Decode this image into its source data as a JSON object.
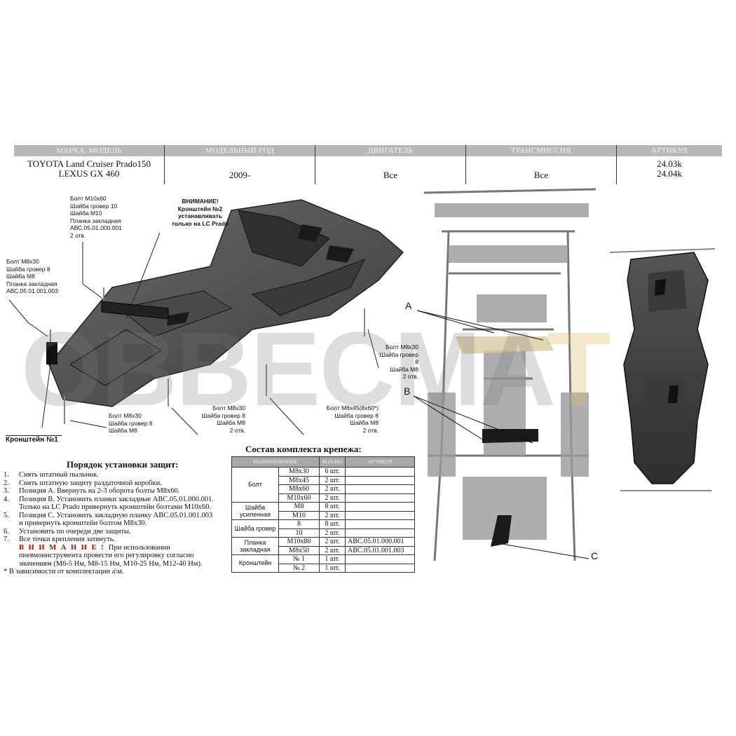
{
  "header": {
    "columns": [
      "МАРКА, МОДЕЛЬ",
      "МОДЕЛЬНЫЙ ГОД",
      "ДВИГАТЕЛЬ",
      "ТРАНСМИССИЯ",
      "АРТИКУЛ"
    ],
    "model_line1": "TOYOTA Land Cruiser Prado150",
    "model_line2": "LEXUS GX 460",
    "year": "2009-",
    "engine": "Все",
    "transmission": "Все",
    "article_line1": "24.03k",
    "article_line2": "24.04k"
  },
  "watermark": {
    "text_a": "OBBECMA",
    "text_b": "T"
  },
  "callouts": {
    "bolt_m10": [
      "Болт М10х60",
      "Шайба гровер 10",
      "Шайба М10",
      "Планка закладная",
      "АВС.05.01.000.001",
      "2 отв."
    ],
    "attention": [
      "ВНИМАНИЕ!",
      "Кронштейн №2",
      "устанавливать",
      "только на LC Prado"
    ],
    "bolt_m8_left": [
      "Болт М8х30",
      "Шайба гровер 8",
      "Шайба М8",
      "Планка закладная",
      "АВС.05.01.001.003",
      "2 отв."
    ],
    "bolt_m8_right": [
      "Болт М8х30",
      "Шайба гровер 8",
      "Шайба М8",
      "2 отв."
    ],
    "bolt_m8_bottom1": [
      "Болт М8х30",
      "Шайба гровер 8",
      "Шайба М8"
    ],
    "bolt_m8_bottom2": [
      "Болт М8х30",
      "Шайба гровер 8",
      "Шайба М8",
      "2 отв."
    ],
    "bolt_m8x45": [
      "Болт М8х45(8х60*)",
      "Шайба гровер 8",
      "Шайба М8",
      "2 отв."
    ],
    "bracket1": "Кронштейн №1",
    "letters": [
      "A",
      "B",
      "C"
    ]
  },
  "install": {
    "title": "Порядок установки защит:",
    "steps": [
      {
        "n": "1.",
        "lines": [
          "Снять штатный пыльник."
        ]
      },
      {
        "n": "2.",
        "lines": [
          "Снять штатную защиту раздаточной коробки."
        ]
      },
      {
        "n": "3.",
        "lines": [
          "Позиция А. Ввернуть на 2-3 оборота болты М8х60."
        ]
      },
      {
        "n": "4.",
        "lines": [
          "Позиция В. Установить планки закладные АВС.05.01.000.001.",
          "Только на LC Prado привернуть кронштейн болтами М10х60."
        ]
      },
      {
        "n": "5.",
        "lines": [
          "Позиция С. Установить закладную планку АВС.05.01.001.003",
          "и привернуть кронштейн болтом М8х30."
        ]
      },
      {
        "n": "6.",
        "lines": [
          "Установить по очереди две защиты."
        ]
      },
      {
        "n": "7.",
        "lines": [
          "Все точки крепления затянуть."
        ]
      }
    ],
    "warning_label": "В Н И М А Н И Е !",
    "warning_text": [
      "При использовании",
      "пневмоинструмента провести его регулировку согласно",
      "значениям (М6-5 Нм,    М8-15 Нм, М10-25 Нм, М12-40 Нм)."
    ],
    "footnote": "* В зависимости от комплектации а\\м."
  },
  "kit": {
    "title": "Состав комплекта крепежа:",
    "headers": [
      "НАИМЕНОВАНИЕ",
      "КОЛ-ВО",
      "АРТИКУЛ"
    ],
    "groups": [
      {
        "name": "Болт",
        "rows": [
          [
            "М8х30",
            "6 шт.",
            ""
          ],
          [
            "М8х45",
            "2 шт.",
            ""
          ],
          [
            "М8х60",
            "2 шт.",
            ""
          ],
          [
            "М10х60",
            "2 шт.",
            ""
          ]
        ]
      },
      {
        "name": "Шайба усиленная",
        "rows": [
          [
            "М8",
            "8 шт.",
            ""
          ],
          [
            "М10",
            "2 шт.",
            ""
          ]
        ]
      },
      {
        "name": "Шайба гровер",
        "rows": [
          [
            "8",
            "8 шт.",
            ""
          ],
          [
            "10",
            "2 шт.",
            ""
          ]
        ]
      },
      {
        "name": "Планка закладная",
        "rows": [
          [
            "М10х80",
            "2 шт.",
            "АВС.05.01.000.001"
          ],
          [
            "М8х50",
            "2 шт.",
            "АВС.05.01.001.003"
          ]
        ]
      },
      {
        "name": "Кронштейн",
        "rows": [
          [
            "№ 1",
            "1 шт.",
            ""
          ],
          [
            "№ 2",
            "1 шт.",
            ""
          ]
        ]
      }
    ]
  }
}
